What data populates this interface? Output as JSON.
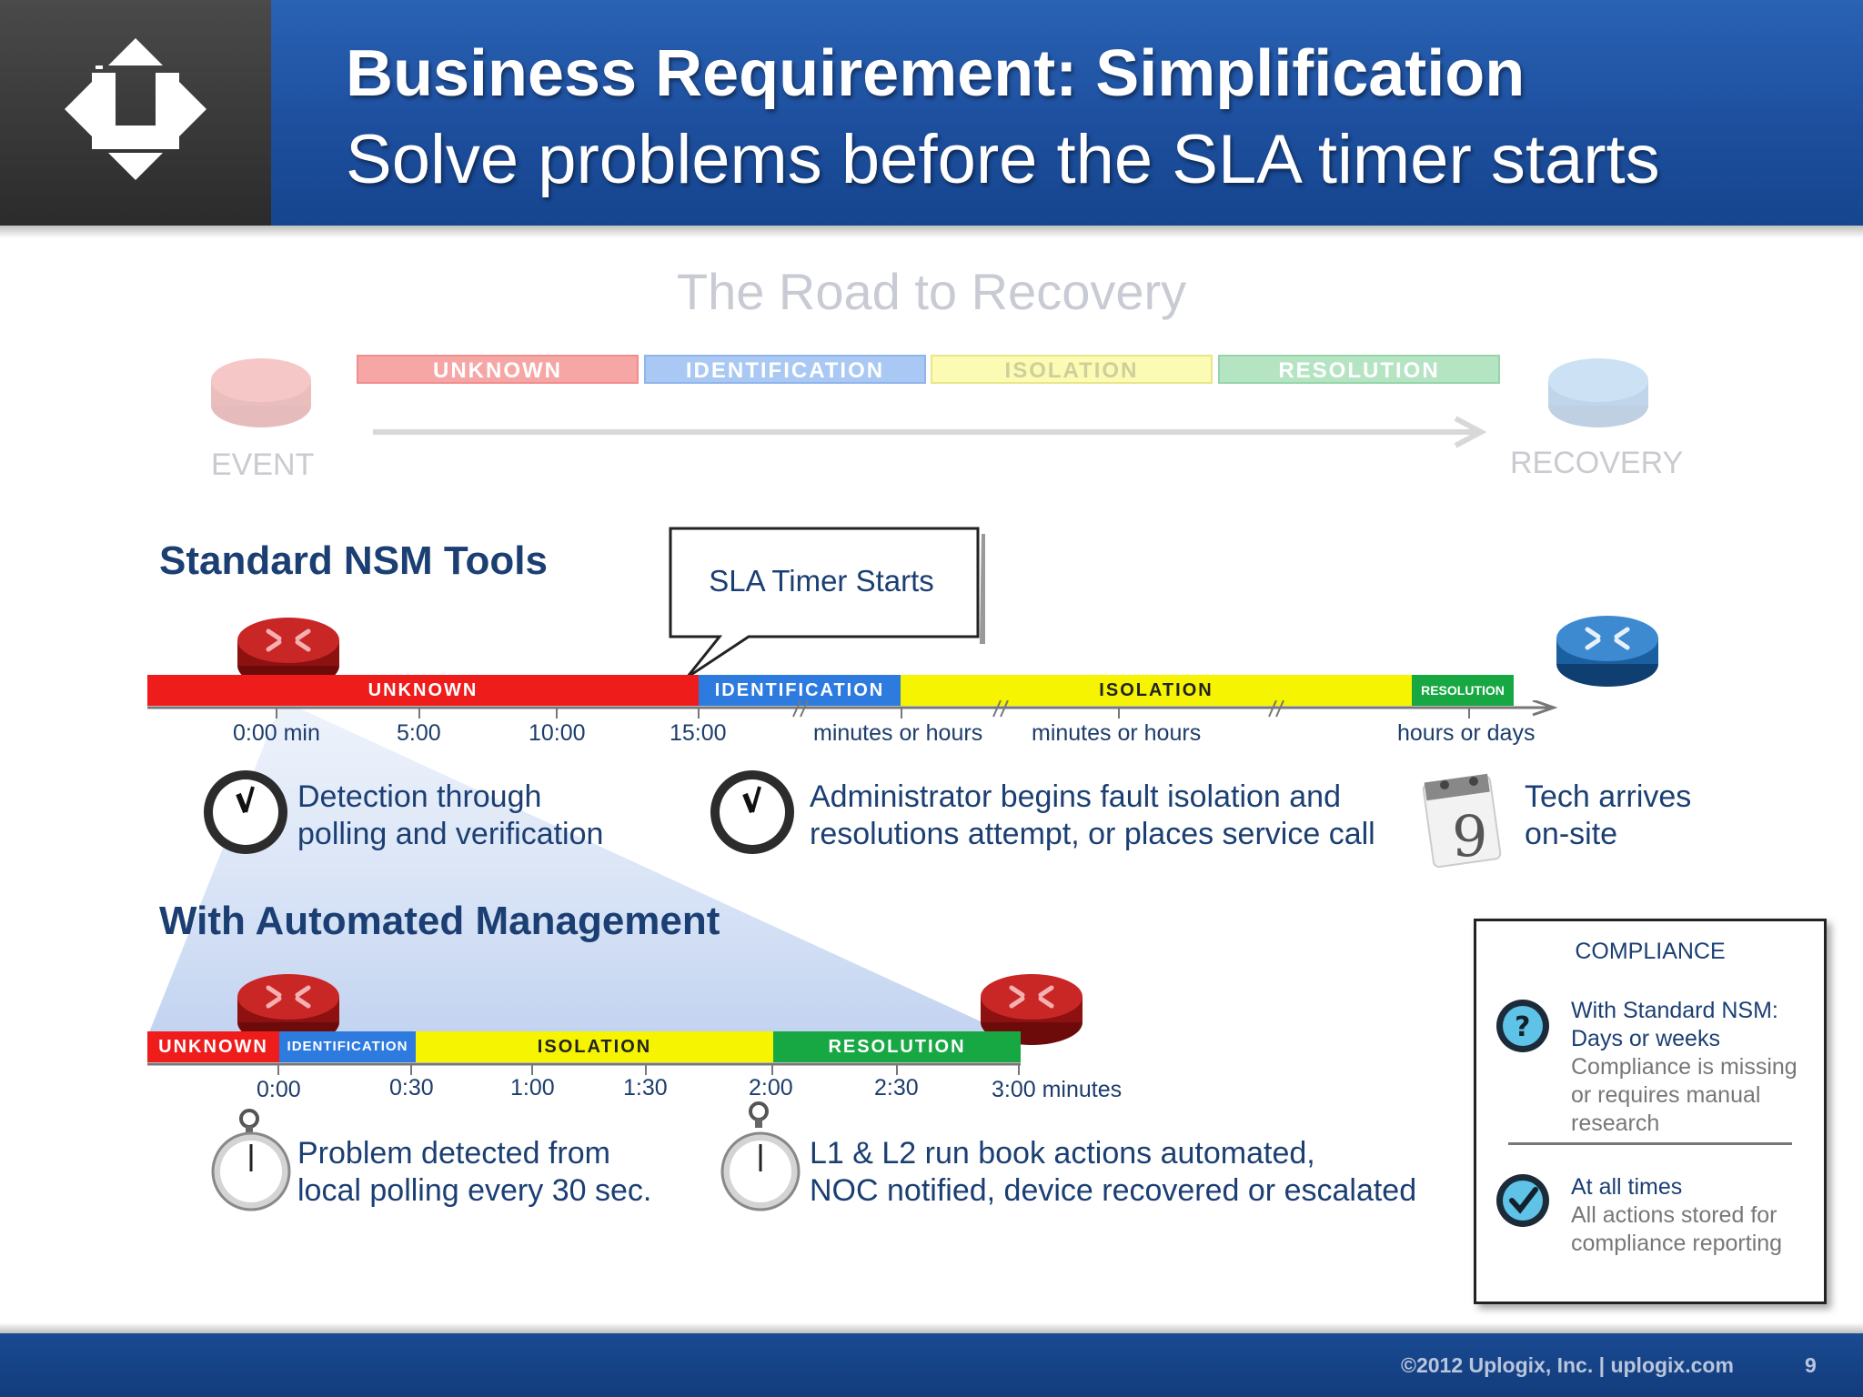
{
  "header": {
    "title_line1": "Business Requirement: Simplification",
    "title_line2": "Solve problems before the SLA timer starts"
  },
  "road": {
    "title": "The Road to Recovery",
    "phases": [
      "UNKNOWN",
      "IDENTIFICATION",
      "ISOLATION",
      "RESOLUTION"
    ],
    "event_label": "EVENT",
    "recovery_label": "RECOVERY"
  },
  "standard": {
    "heading": "Standard NSM Tools",
    "callout": "SLA Timer Starts",
    "segments": [
      "UNKNOWN",
      "IDENTIFICATION",
      "ISOLATION",
      "RESOLUTION"
    ],
    "ticks": [
      "0:00 min",
      "5:00",
      "10:00",
      "15:00",
      "minutes or hours",
      "minutes or hours",
      "hours or days"
    ],
    "desc1": [
      "Detection through",
      "polling and verification"
    ],
    "desc2": [
      "Administrator begins fault isolation and",
      "resolutions attempt, or places service call"
    ],
    "desc3": [
      "Tech arrives",
      "on-site"
    ],
    "calendar_number": "9"
  },
  "automated": {
    "heading": "With Automated Management",
    "segments": [
      "UNKNOWN",
      "IDENTIFICATION",
      "ISOLATION",
      "RESOLUTION"
    ],
    "ticks": [
      "0:00",
      "0:30",
      "1:00",
      "1:30",
      "2:00",
      "2:30",
      "3:00 minutes"
    ],
    "desc1": [
      "Problem detected from",
      "local polling every 30 sec."
    ],
    "desc2": [
      "L1 & L2 run book actions automated,",
      "NOC notified, device recovered or escalated"
    ]
  },
  "compliance": {
    "title": "COMPLIANCE",
    "item1": {
      "lines": [
        "With Standard NSM:",
        "Days or weeks"
      ],
      "sub": [
        "Compliance is missing",
        "or requires manual",
        "research"
      ]
    },
    "item2": {
      "lines": [
        "At all times"
      ],
      "sub": [
        "All actions stored for",
        "compliance reporting"
      ]
    }
  },
  "footer": {
    "copyright": "©2012 Uplogix, Inc. | uplogix.com",
    "page": "9"
  },
  "colors": {
    "unknown": "#ef1c1c",
    "identification": "#2e7be0",
    "isolation": "#f6f401",
    "resolution": "#17a844",
    "header_blue": "#1d4f9e",
    "text_navy": "#1b3f73"
  }
}
